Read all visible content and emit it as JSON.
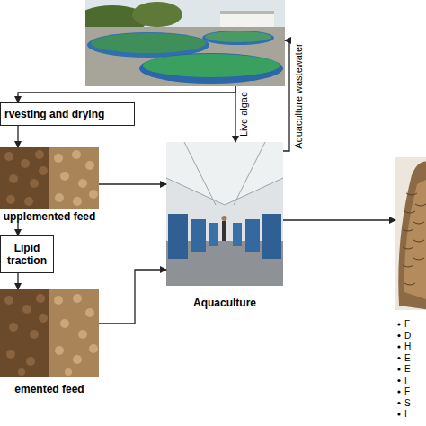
{
  "diagram": {
    "nodes": [
      {
        "text": []
      },
      {
        "text": [
          "rvesting and drying"
        ]
      },
      {
        "text": [
          "upplemented feed"
        ]
      },
      {
        "text": [
          "Lipid traction"
        ]
      },
      {
        "text": [
          "emented feed"
        ]
      },
      {
        "text": [
          "Aquaculture"
        ]
      },
      {
        "text": []
      }
    ],
    "edges": [
      {
        "from": 0,
        "to": 1,
        "arrow": "to"
      },
      {
        "from": 0,
        "to": 5,
        "label": "Live algae",
        "arrow": "to"
      },
      {
        "from": 1,
        "to": 2,
        "arrow": "to"
      },
      {
        "from": 2,
        "to": 3,
        "arrow": "to"
      },
      {
        "from": 3,
        "to": 4,
        "arrow": "to"
      },
      {
        "from": 2,
        "to": 5,
        "arrow": "to"
      },
      {
        "from": 4,
        "to": 5,
        "arrow": "to"
      },
      {
        "from": 5,
        "to": 0,
        "label": "Aquaculture wastewater",
        "arrow": "to"
      },
      {
        "from": 5,
        "to": 6,
        "arrow": "to"
      }
    ],
    "labels": [
      "F",
      "D",
      "H",
      "E",
      "E",
      "I",
      "F",
      "S",
      "I"
    ]
  }
}
